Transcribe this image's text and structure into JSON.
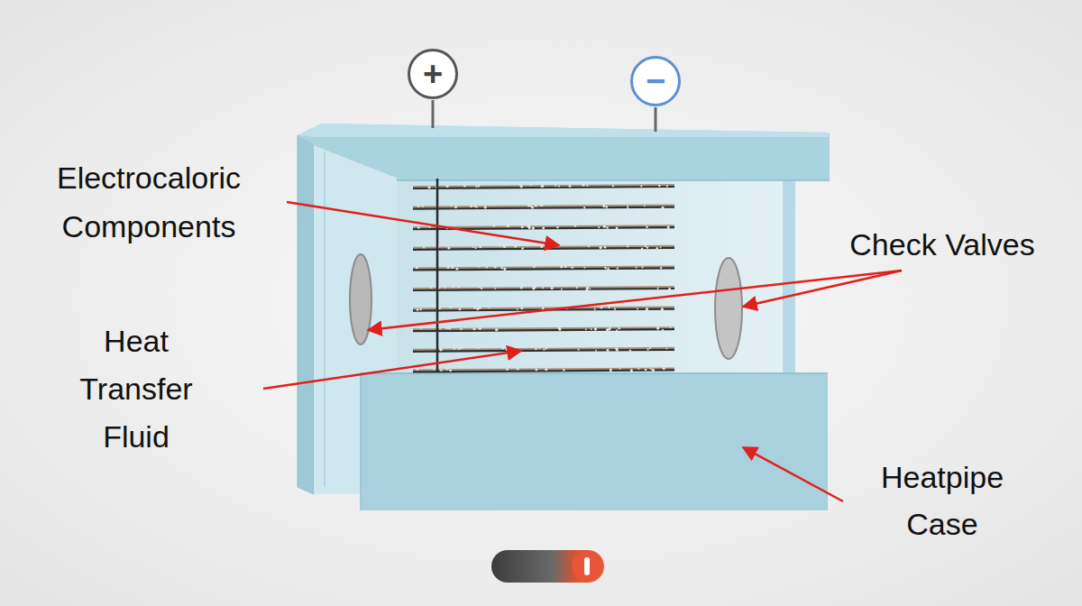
{
  "diagram": {
    "nodes": [
      {
        "text": [
          "+"
        ]
      },
      {
        "text": [
          "−"
        ]
      }
    ],
    "labels": [
      "Electrocaloric Components",
      "Check Valves",
      "Heat Transfer Fluid",
      "Heatpipe Case"
    ]
  }
}
